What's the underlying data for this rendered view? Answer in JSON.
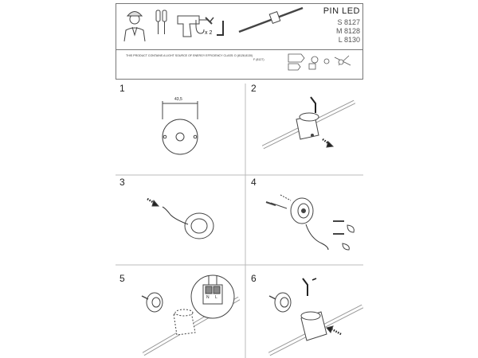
{
  "header": {
    "product": "PIN LED",
    "models": [
      "S 8127",
      "M 8128",
      "L 8130"
    ],
    "quantity": "x 2",
    "notice_line1": "THIS PRODUCT CONTAINS A LIGHT SOURCE OF ENERGY EFFICIENCY CLASS: D (8128,8130)",
    "notice_line2": "F (8127)"
  },
  "steps": [
    {
      "number": "1",
      "dimension": "43,5"
    },
    {
      "number": "2"
    },
    {
      "number": "3"
    },
    {
      "number": "4"
    },
    {
      "number": "5",
      "terminal_labels": [
        "N",
        "L"
      ]
    },
    {
      "number": "6"
    }
  ],
  "icons": [
    "installer-icon",
    "screwdriver-icon",
    "drill-icon",
    "hook-icon",
    "hex-key-icon",
    "lamp-icon",
    "energy-label-icon"
  ]
}
